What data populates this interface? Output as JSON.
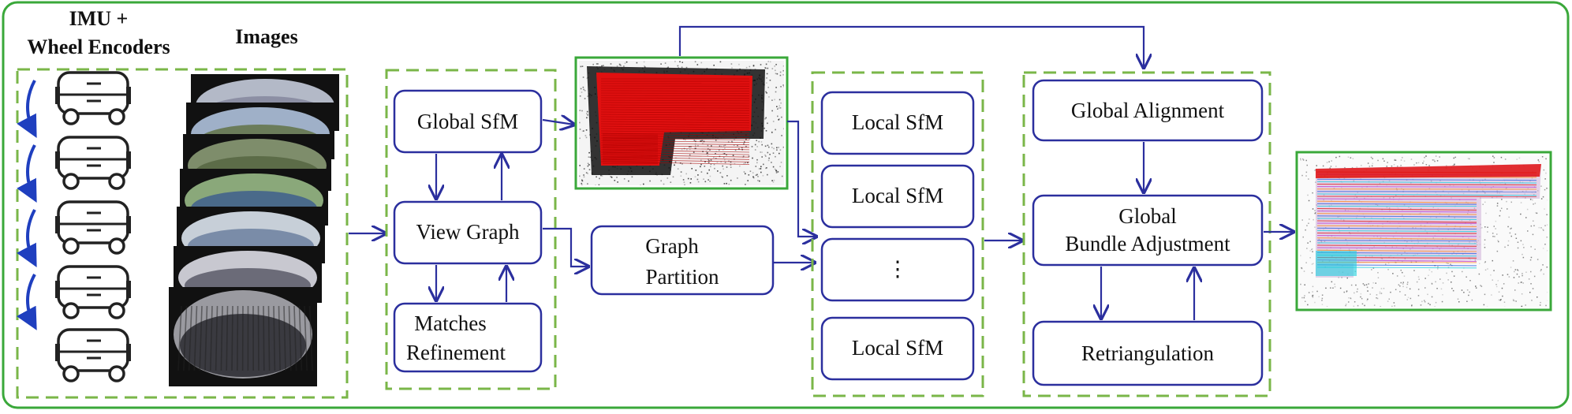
{
  "sensors": {
    "imu_line1": "IMU +",
    "imu_line2": "Wheel Encoders",
    "images": "Images"
  },
  "global_stage": {
    "global_sfm": "Global SfM",
    "view_graph": "View Graph",
    "matches_line1": "Matches",
    "matches_line2": "Refinement"
  },
  "partition": {
    "line1": "Graph",
    "line2": "Partition"
  },
  "local_stage": {
    "local_1": "Local SfM",
    "local_2": "Local SfM",
    "ellipsis": "⋮",
    "local_n": "Local SfM"
  },
  "merge_stage": {
    "alignment": "Global Alignment",
    "gba_line1": "Global",
    "gba_line2": "Bundle Adjustment",
    "retriangulation": "Retriangulation"
  },
  "colors": {
    "outer_border": "#3aa83a",
    "dashed_group": "#7ab648",
    "box_stroke": "#2b2f9e",
    "arrow": "#2b2f9e",
    "vehicle_arrow": "#1f3fbf",
    "point_red": "#e01010",
    "point_magenta": "#c040d0",
    "point_cyan": "#20d0e0"
  },
  "icons": [
    "vehicle-icon",
    "curved-arrow-icon",
    "camera-image-stack",
    "point-cloud-partial",
    "point-cloud-full"
  ]
}
